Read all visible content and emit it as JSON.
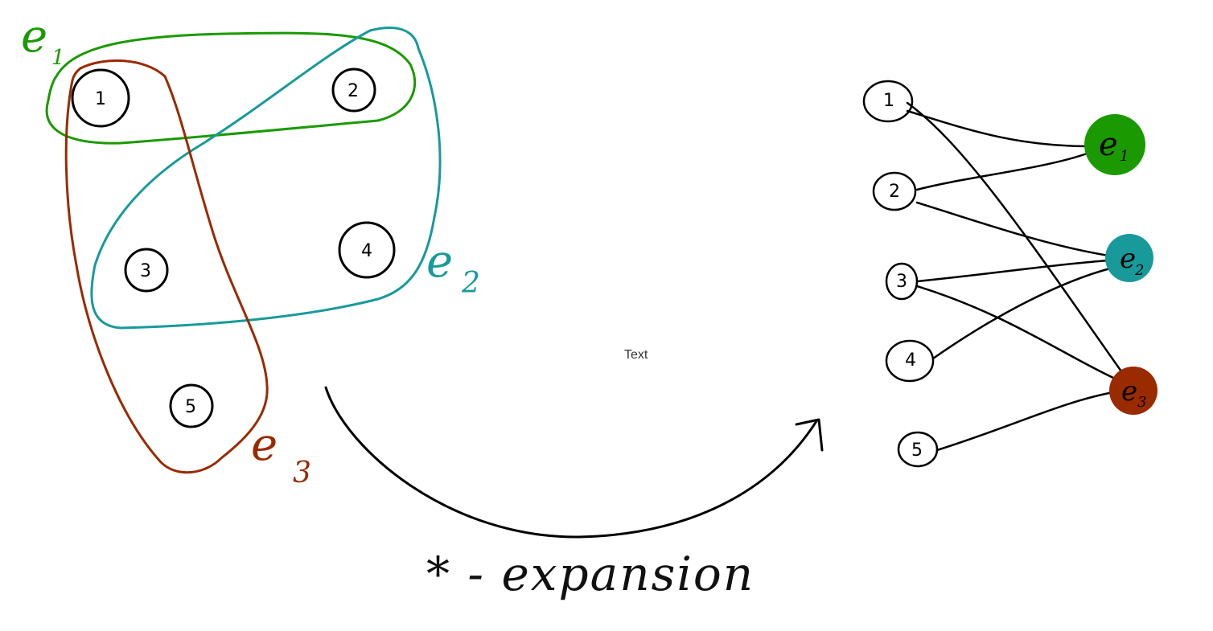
{
  "caption": "Text",
  "title": "* - expansion",
  "colors": {
    "e1": "#1a9a00",
    "e2": "#189a9a",
    "e3": "#9a2a00",
    "ink": "#000000"
  },
  "hypergraph": {
    "nodes": [
      "1",
      "2",
      "3",
      "4",
      "5"
    ],
    "edges": [
      {
        "id": "e1",
        "letter": "e",
        "sub": "1",
        "members": [
          "1",
          "2"
        ]
      },
      {
        "id": "e2",
        "letter": "e",
        "sub": "2",
        "members": [
          "2",
          "3",
          "4"
        ]
      },
      {
        "id": "e3",
        "letter": "e",
        "sub": "3",
        "members": [
          "1",
          "3",
          "5"
        ]
      }
    ]
  },
  "expansion": {
    "nodes": [
      "1",
      "2",
      "3",
      "4",
      "5"
    ],
    "edge_nodes": [
      {
        "id": "e1",
        "letter": "e",
        "sub": "1"
      },
      {
        "id": "e2",
        "letter": "e",
        "sub": "2"
      },
      {
        "id": "e3",
        "letter": "e",
        "sub": "3"
      }
    ],
    "links": [
      [
        "1",
        "e1"
      ],
      [
        "1",
        "e3"
      ],
      [
        "2",
        "e1"
      ],
      [
        "2",
        "e2"
      ],
      [
        "3",
        "e2"
      ],
      [
        "3",
        "e3"
      ],
      [
        "4",
        "e2"
      ],
      [
        "5",
        "e3"
      ]
    ]
  }
}
